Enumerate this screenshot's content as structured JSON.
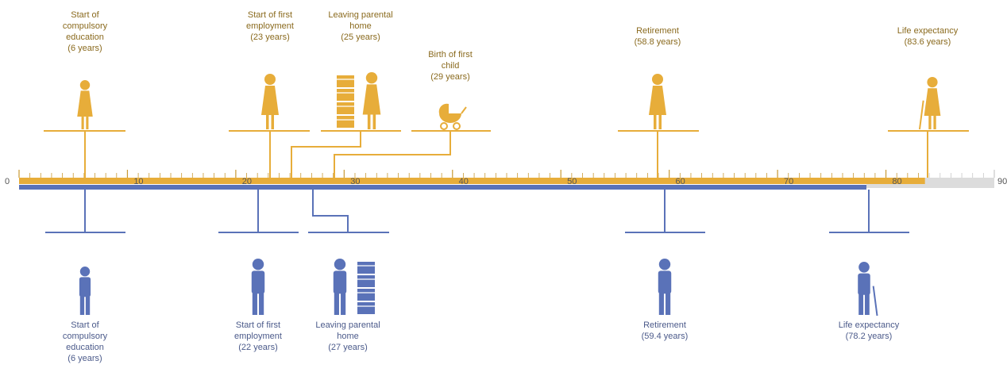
{
  "colors": {
    "female": "#e7ad3a",
    "male": "#5a72b8",
    "remainder": "#dcdcdc",
    "tick": "#c99a34"
  },
  "axis": {
    "min": 0,
    "max": 90,
    "tick_labels": [
      "0",
      "10",
      "20",
      "30",
      "40",
      "50",
      "60",
      "70",
      "80",
      "90"
    ]
  },
  "female": {
    "bar_end": 83.6,
    "events": [
      {
        "label": "Start of\ncompulsory\neducation\n(6 years)",
        "age": 6,
        "icon": "girl-child-icon"
      },
      {
        "label": "Start of first\nemployment\n(23 years)",
        "age": 23,
        "icon": "woman-icon"
      },
      {
        "label": "Leaving parental\nhome\n(25 years)",
        "age": 25,
        "icon": "woman-with-boxes-icon"
      },
      {
        "label": "Birth of first\nchild\n(29 years)",
        "age": 29,
        "icon": "baby-carriage-icon"
      },
      {
        "label": "Retirement\n(58.8 years)",
        "age": 58.8,
        "icon": "woman-icon"
      },
      {
        "label": "Life expectancy\n(83.6 years)",
        "age": 83.6,
        "icon": "elderly-woman-with-cane-icon"
      }
    ]
  },
  "male": {
    "bar_end": 78.2,
    "events": [
      {
        "label": "Start of\ncompulsory\neducation\n(6 years)",
        "age": 6,
        "icon": "boy-child-icon"
      },
      {
        "label": "Start of first\nemployment\n(22 years)",
        "age": 22,
        "icon": "man-icon"
      },
      {
        "label": "Leaving parental\nhome\n(27 years)",
        "age": 27,
        "icon": "man-with-boxes-icon"
      },
      {
        "label": "Retirement\n(59.4 years)",
        "age": 59.4,
        "icon": "man-icon"
      },
      {
        "label": "Life expectancy\n(78.2 years)",
        "age": 78.2,
        "icon": "elderly-man-with-cane-icon"
      }
    ]
  }
}
